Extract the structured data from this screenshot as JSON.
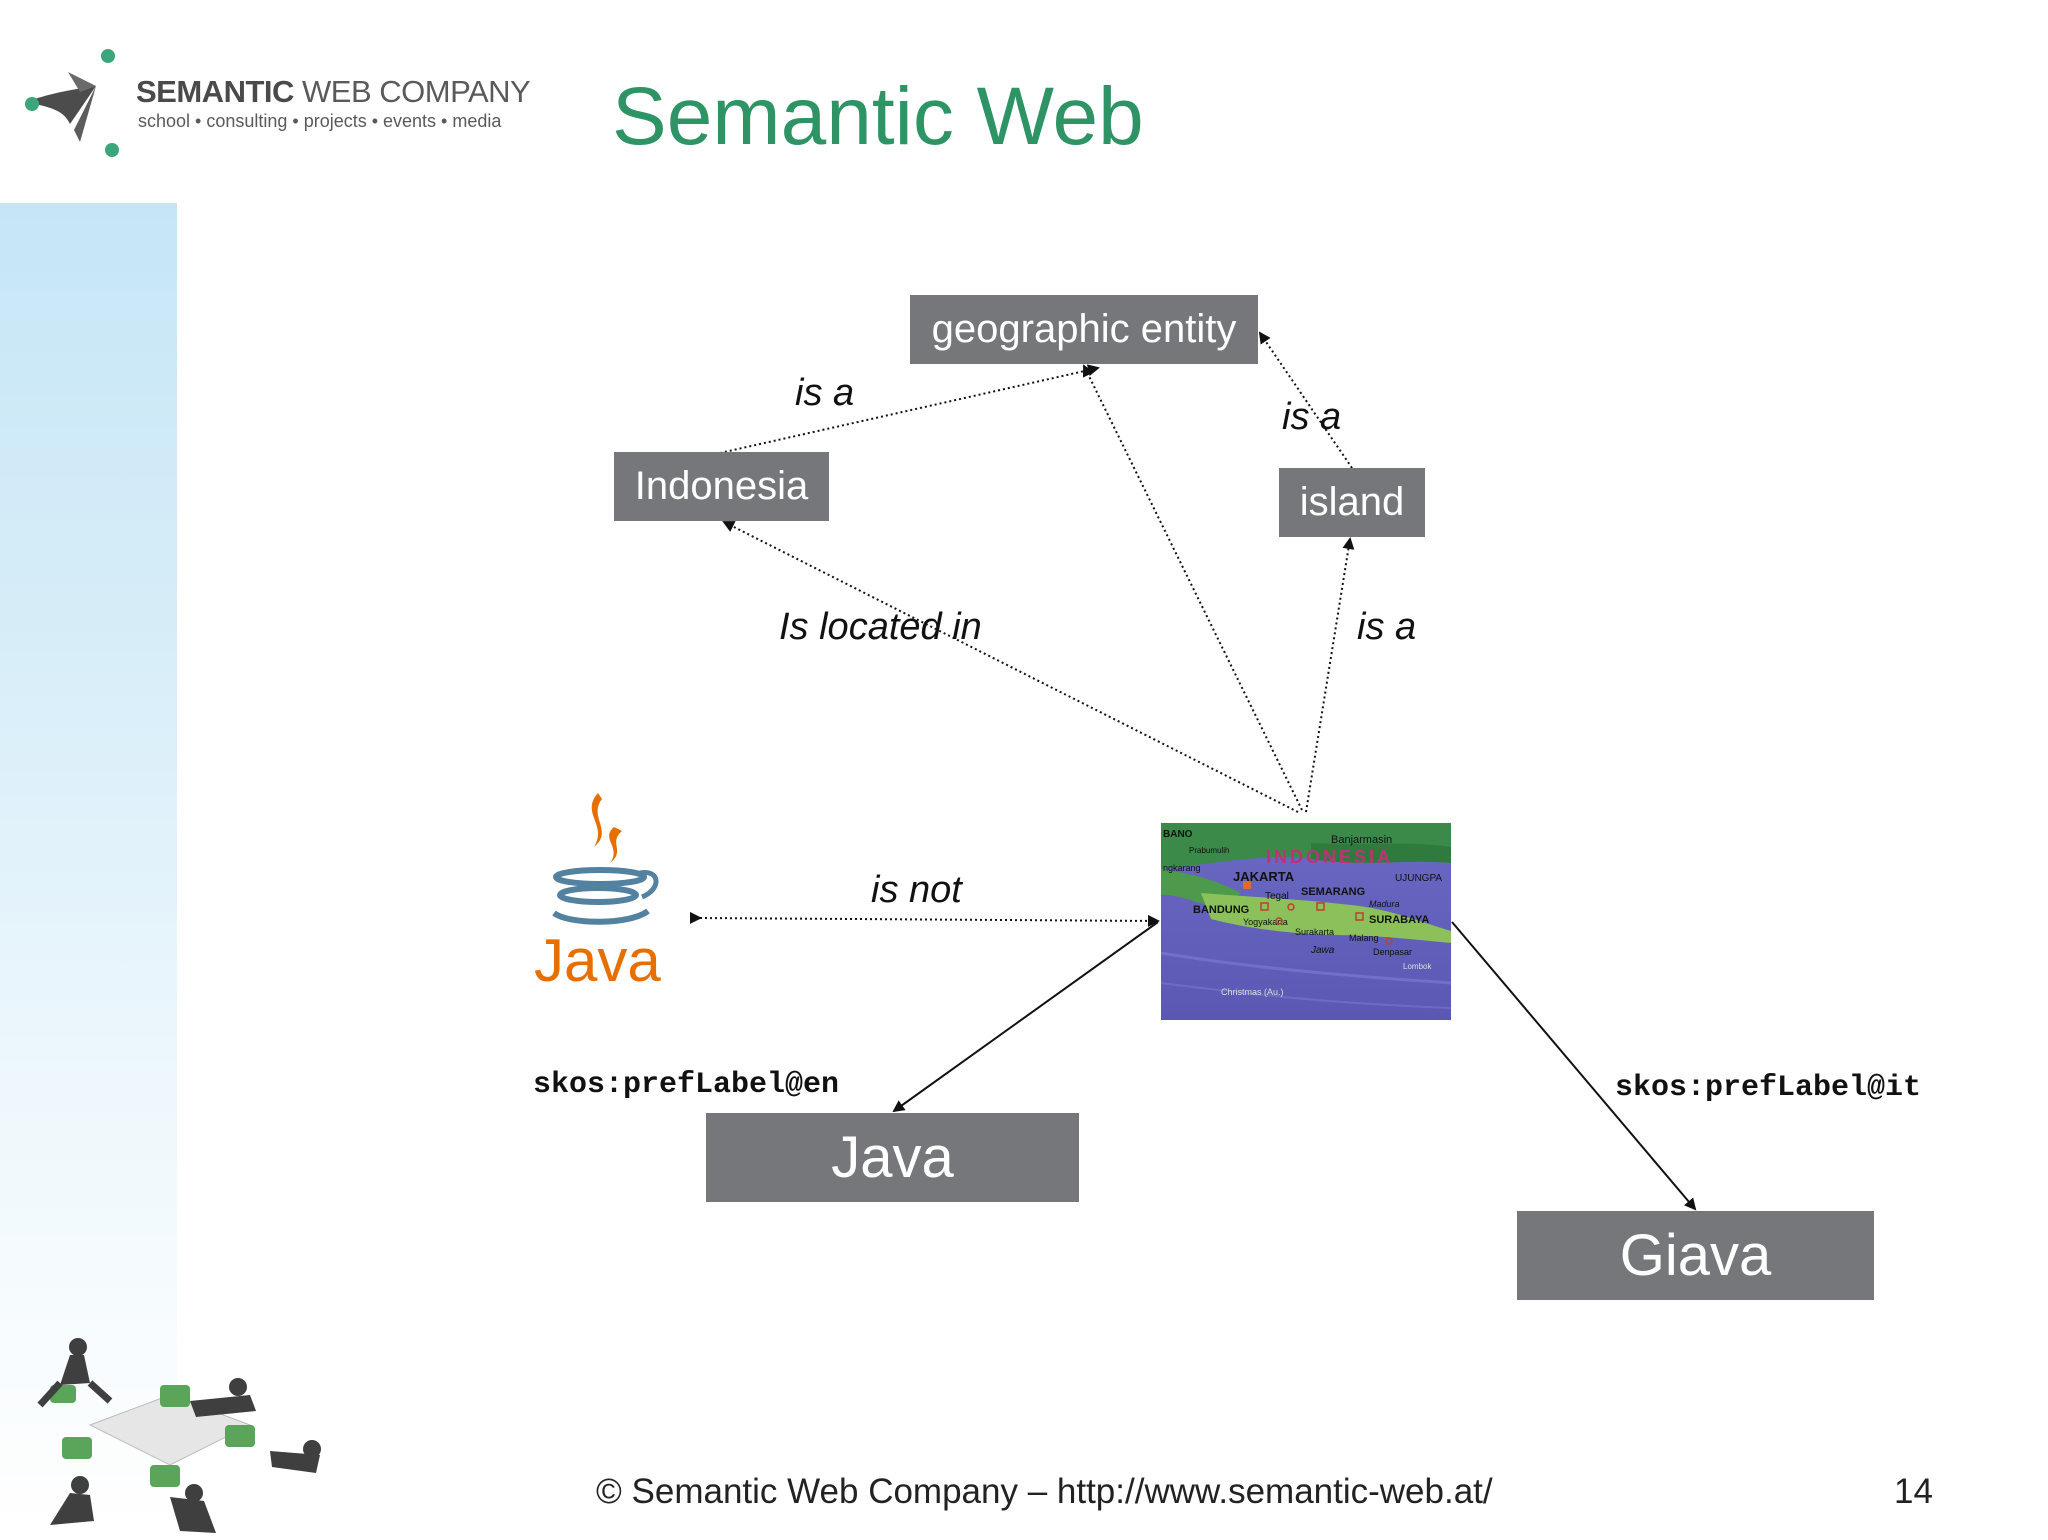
{
  "logo": {
    "brand_bold": "SEMANTIC",
    "brand_rest": "WEB COMPANY",
    "tagline": "school • consulting • projects • events • media"
  },
  "slide": {
    "title": "Semantic Web",
    "footer": "© Semantic Web Company – http://www.semantic-web.at/",
    "page_number": "14"
  },
  "diagram": {
    "nodes": {
      "geographic_entity": "geographic entity",
      "indonesia": "Indonesia",
      "island": "island",
      "java_en": "Java",
      "giava": "Giava"
    },
    "edges": {
      "indonesia_is_a": "is a",
      "island_is_a": "is a",
      "located_in": "Is located in",
      "map_is_a": "is a",
      "is_not": "is not",
      "pref_en": "skos:prefLabel@en",
      "pref_it": "skos:prefLabel@it"
    },
    "map_labels": {
      "country": "INDONESIA",
      "jakarta": "JAKARTA",
      "semarang": "SEMARANG",
      "bandung": "BANDUNG",
      "surabaya": "SURABAYA",
      "banjarmasin": "Banjarmasin",
      "ujungpa": "UJUNGPA",
      "tegal": "Tegal",
      "yogyakarta": "Yogyakarta",
      "surakarta": "Surakarta",
      "malang": "Malang",
      "denpasar": "Denpasar",
      "madura": "Madura",
      "jawa": "Jawa",
      "christmas": "Christmas (Au.)",
      "lombok": "Lombok",
      "bano": "BANO",
      "ngkarang": "ngkarang",
      "prabumulih": "Prabumulih"
    },
    "java_logo_text": "Java"
  },
  "colors": {
    "title": "#2e9466",
    "node_fill": "#76777a",
    "sidebar": "#c6e6f6"
  }
}
